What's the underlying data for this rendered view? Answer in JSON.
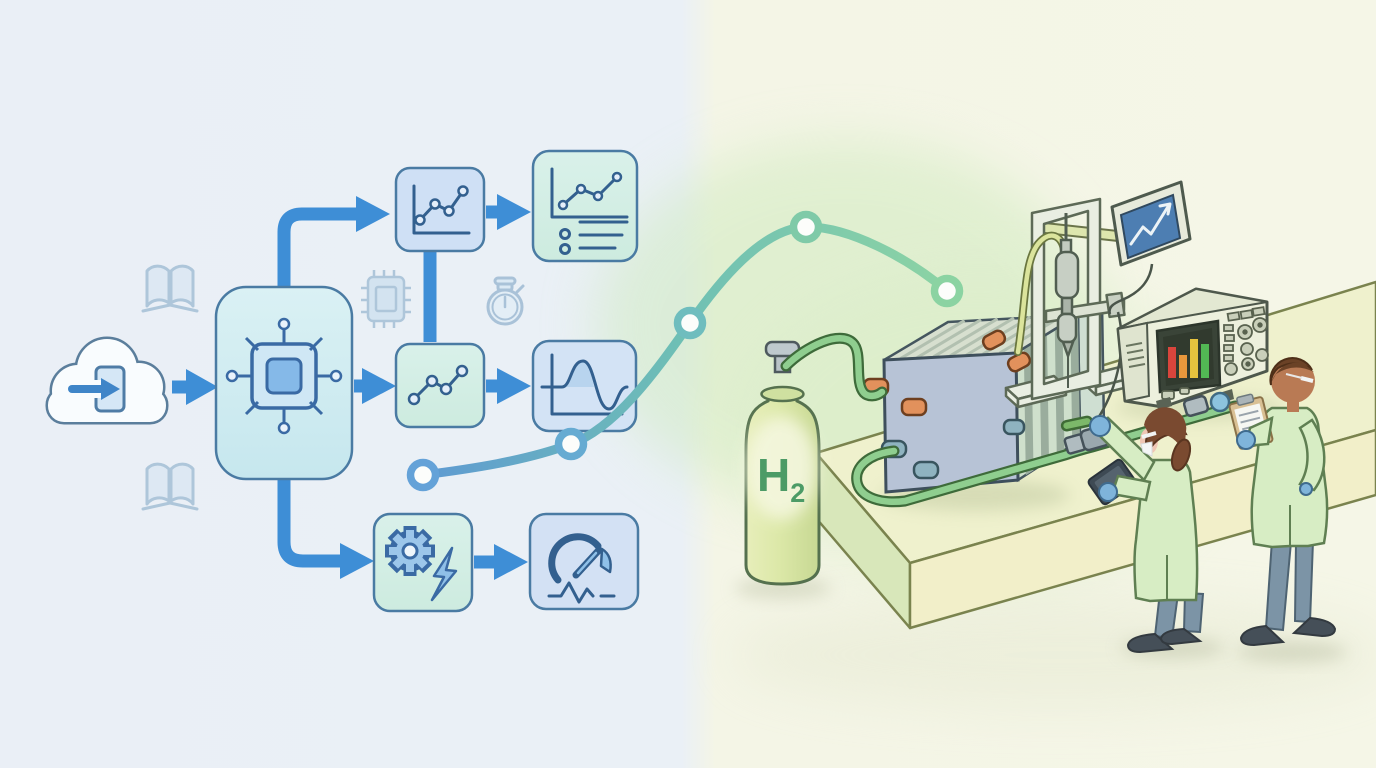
{
  "scene": {
    "description": "Illustration of a digital simulation workflow (blue flowchart, left) flowing through a rising growth curve into a physical hydrogen fuel-cell laboratory test bench (green, right) with two scientists",
    "left_theme": "digital simulation pipeline (blue)",
    "right_theme": "hydrogen fuel-cell lab bench (green)"
  },
  "colors": {
    "bg_left": "#eaeff6",
    "bg_right": "#f4f5e6",
    "arrow_blue": "#3e8ed6",
    "box_stroke": "#4a7ba3",
    "icon_blue": "#33608f",
    "curve_start": "#5e9ad2",
    "curve_mid": "#6fc0b4",
    "curve_end": "#8cd3a4",
    "hose_green": "#8fce8f",
    "cylinder_green": "#dce8a8",
    "label_green": "#4c9b66",
    "coat_green": "#d7edc4",
    "table_cream": "#eff1cd",
    "orange_port": "#e2915c",
    "monitor_screen": "#4d7eb2"
  },
  "flowchart": {
    "input_node": {
      "icon": "cloud-import-icon"
    },
    "process_node": {
      "icon": "microchip-icon"
    },
    "branch_nodes": [
      {
        "icon": "trend-chart-icon"
      },
      {
        "icon": "scatter-line-icon"
      },
      {
        "icon": "gear-lightning-icon"
      }
    ],
    "output_nodes": [
      {
        "icon": "report-chart-icon"
      },
      {
        "icon": "waveform-icon"
      },
      {
        "icon": "gauge-icon"
      }
    ],
    "decor_icons": [
      "open-book-icon",
      "microchip-icon-faded",
      "stopwatch-icon",
      "open-book-icon"
    ]
  },
  "curve": {
    "node_count": 5,
    "trend": "rises from flowchart output, peaks, settles over the lab bench",
    "node_ring_colors": [
      "#64a2d8",
      "#66abd2",
      "#6fbdbe",
      "#7fcaa8",
      "#8bd3a2"
    ]
  },
  "lab": {
    "cylinder_label_main": "H",
    "cylinder_label_sub": "2",
    "equipment": [
      "hydrogen-cylinder",
      "fuel-cell-stack",
      "test-rig",
      "wall-monitor",
      "oscilloscope",
      "green-piping",
      "control-valve"
    ],
    "monitor_chart": {
      "type": "line",
      "trend": "rising",
      "screen_color": "#4d7eb2"
    },
    "oscilloscope_chart": {
      "type": "bar",
      "bar_colors": [
        "#d9453c",
        "#e8973c",
        "#e6c33e",
        "#52b854"
      ],
      "bar_heights_rel": [
        31,
        23,
        39,
        34
      ]
    },
    "scientists": [
      {
        "pose": "adjusting control valve, holding tablet",
        "coat": "light green lab coat"
      },
      {
        "pose": "taking notes on clipboard",
        "coat": "light green lab coat"
      }
    ]
  }
}
